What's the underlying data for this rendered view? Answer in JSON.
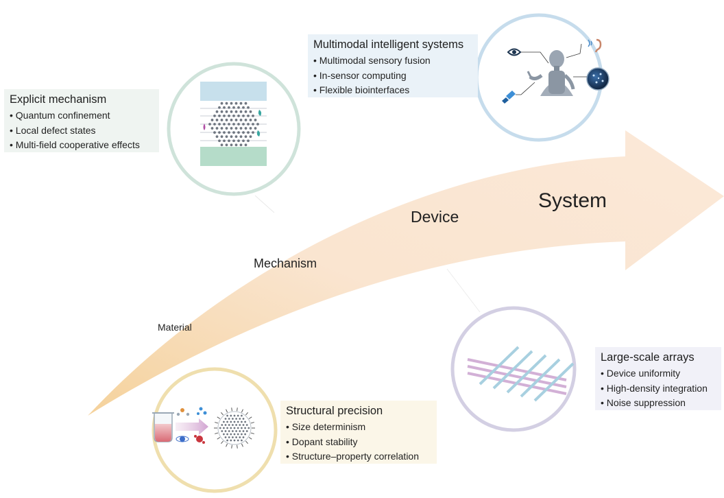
{
  "stages": {
    "material": "Material",
    "mechanism": "Mechanism",
    "device": "Device",
    "system": "System"
  },
  "panels": {
    "explicit": {
      "title": "Explicit mechanism",
      "items": [
        "Quantum confinement",
        "Local defect states",
        "Multi-field cooperative effects"
      ]
    },
    "multimodal": {
      "title": "Multimodal intelligent systems",
      "items": [
        "Multimodal sensory fusion",
        "In-sensor computing",
        "Flexible biointerfaces"
      ]
    },
    "arrays": {
      "title": "Large-scale arrays",
      "items": [
        "Device uniformity",
        "High-density integration",
        "Noise suppression"
      ]
    },
    "structural": {
      "title": "Structural precision",
      "items": [
        "Size determinism",
        "Dopant stability",
        "Structure–property correlation"
      ]
    }
  },
  "colors": {
    "arrow": "#fbe3c8",
    "circle_mechanism": "#cfe3da",
    "circle_system": "#c6dcec",
    "circle_device": "#d3cfe3",
    "circle_material": "#efdfae",
    "panel_explicit_bg": "#eff4f1",
    "panel_multimodal_bg": "#eaf2f8",
    "panel_arrays_bg": "#f1f1f8",
    "panel_structural_bg": "#fbf6e8"
  },
  "icons": [
    "eye-icon",
    "ear-icon",
    "hand-icon",
    "robot-icon",
    "neural-sphere-icon",
    "beaker-icon",
    "molecule-icon",
    "quantum-dot-icon"
  ]
}
